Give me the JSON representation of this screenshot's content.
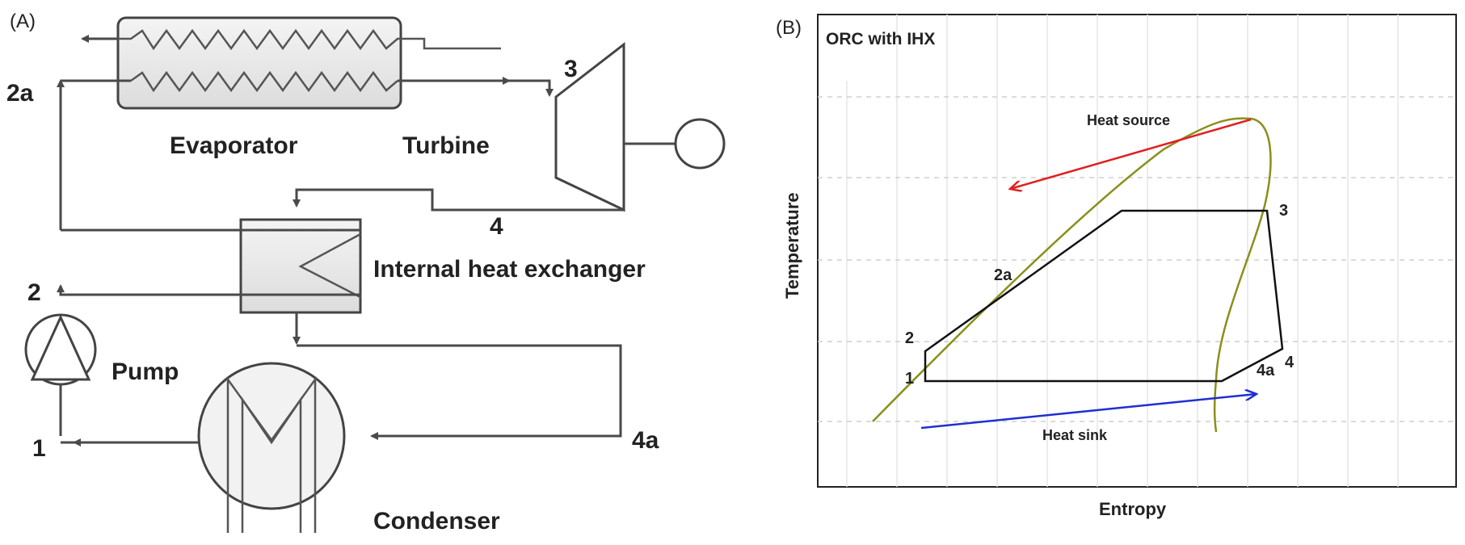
{
  "panel_a": {
    "tag": "(A)",
    "labels": {
      "evaporator": "Evaporator",
      "turbine": "Turbine",
      "ihx": "Internal heat exchanger",
      "pump": "Pump",
      "condenser": "Condenser"
    },
    "states": {
      "s2a": "2a",
      "s3": "3",
      "s4": "4",
      "s2": "2",
      "s1": "1",
      "s4a": "4a"
    }
  },
  "panel_b": {
    "tag": "(B)",
    "title": "ORC with IHX",
    "xlabel": "Entropy",
    "ylabel": "Temperature",
    "heat_source": "Heat source",
    "heat_sink": "Heat sink",
    "states": {
      "s3": "3",
      "s2a": "2a",
      "s2": "2",
      "s1": "1",
      "s4a": "4a",
      "s4": "4"
    },
    "colors": {
      "saturation_dome": "#8a8f1a",
      "heat_source_arrow": "#e02020",
      "heat_sink_arrow": "#1f2fd0",
      "cycle": "#111111"
    }
  }
}
